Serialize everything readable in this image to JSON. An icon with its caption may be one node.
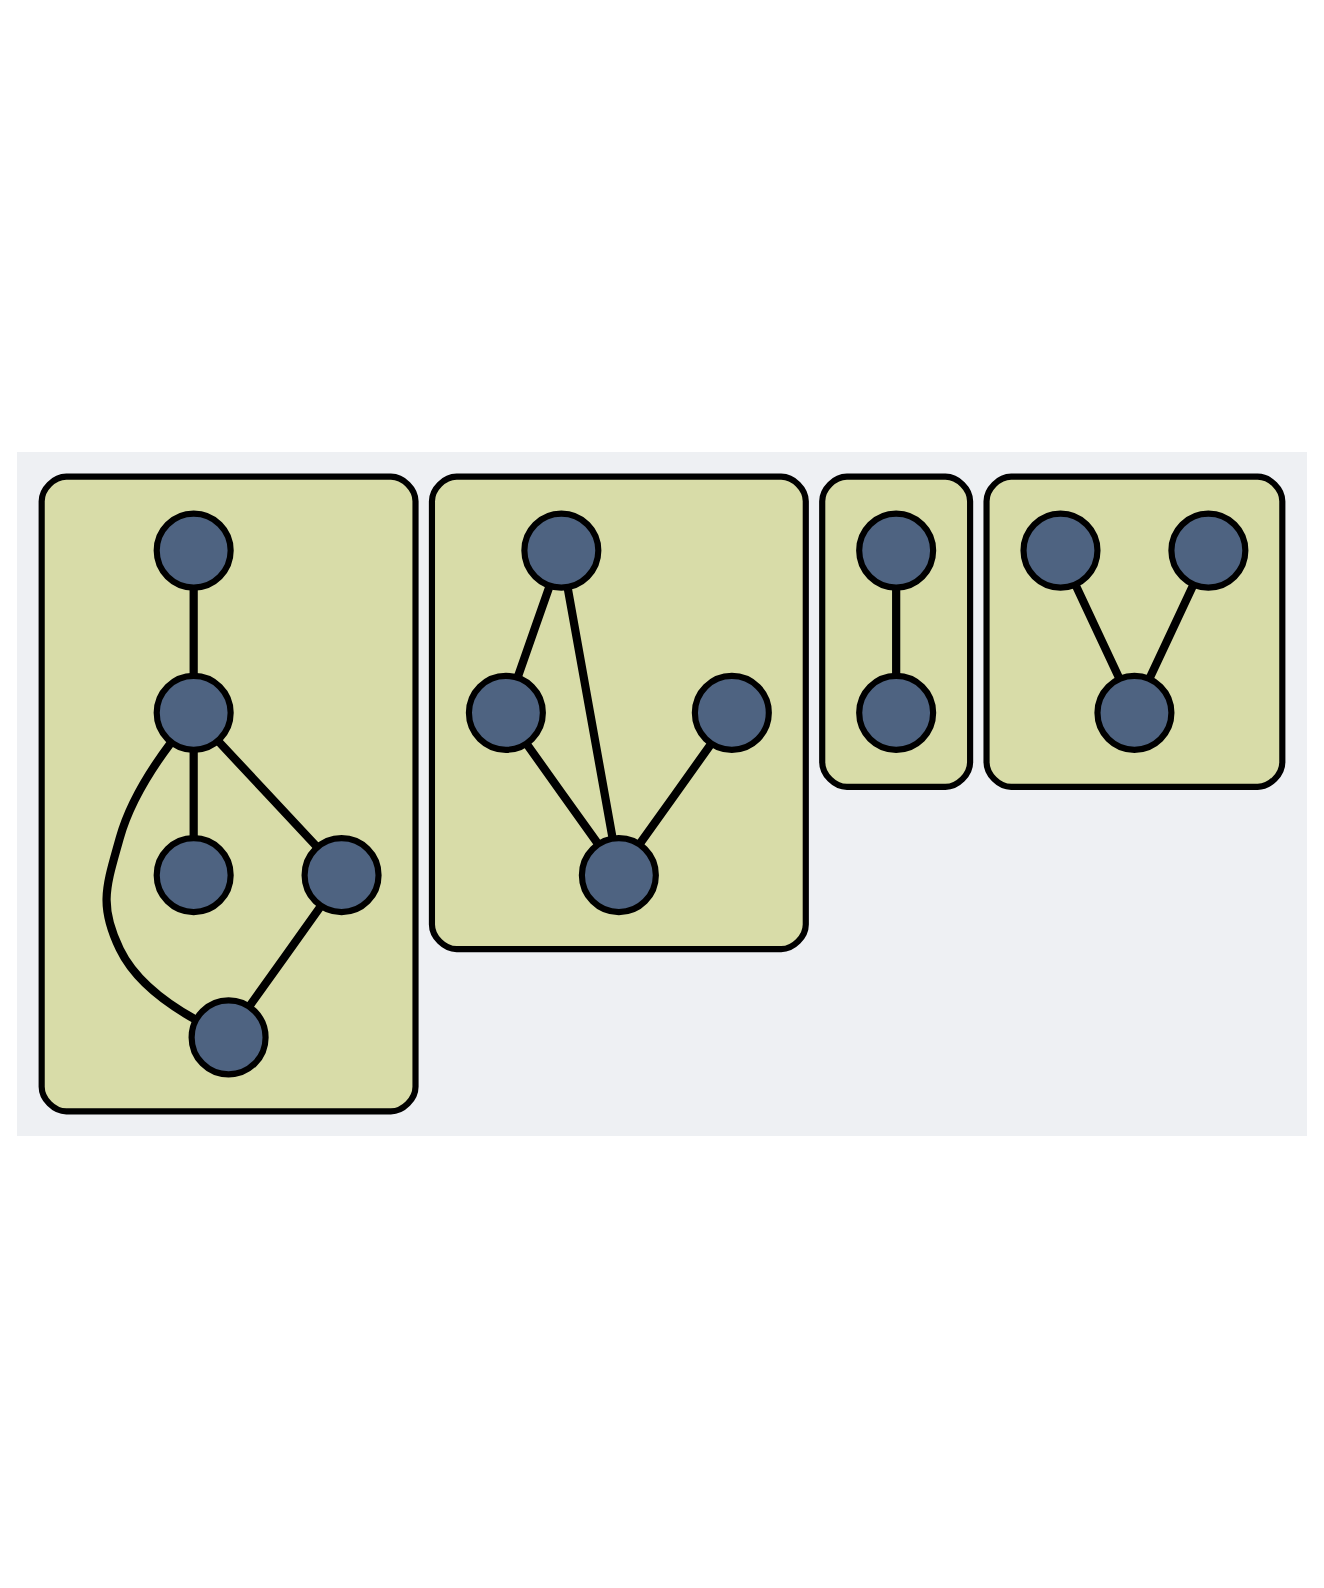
{
  "diagram": {
    "nodes": [
      {
        "text": [],
        "shape": "ellipse"
      },
      {
        "text": [],
        "shape": "circle",
        "in": 0
      },
      {
        "text": [],
        "shape": "circle",
        "in": 0
      },
      {
        "text": [],
        "shape": "circle",
        "in": 0
      },
      {
        "text": [],
        "shape": "circle",
        "in": 0
      },
      {
        "text": [],
        "shape": "circle",
        "in": 0
      },
      {
        "text": [],
        "shape": "ellipse"
      },
      {
        "text": [],
        "shape": "circle",
        "in": 6
      },
      {
        "text": [],
        "shape": "circle",
        "in": 6
      },
      {
        "text": [],
        "shape": "circle",
        "in": 6
      },
      {
        "text": [],
        "shape": "circle",
        "in": 6
      },
      {
        "text": [],
        "shape": "ellipse"
      },
      {
        "text": [],
        "shape": "circle",
        "in": 11
      },
      {
        "text": [],
        "shape": "circle",
        "in": 11
      },
      {
        "text": [],
        "shape": "ellipse"
      },
      {
        "text": [],
        "shape": "circle",
        "in": 14
      },
      {
        "text": [],
        "shape": "circle",
        "in": 14
      },
      {
        "text": [],
        "shape": "circle",
        "in": 14
      }
    ],
    "edges": [
      {
        "from": 1,
        "to": 2,
        "arrow": "none"
      },
      {
        "from": 2,
        "to": 3,
        "arrow": "none"
      },
      {
        "from": 2,
        "to": 4,
        "arrow": "none"
      },
      {
        "from": 2,
        "to": 5,
        "arrow": "none"
      },
      {
        "from": 5,
        "to": 3,
        "arrow": "none"
      },
      {
        "from": 8,
        "to": 9,
        "arrow": "none"
      },
      {
        "from": 8,
        "to": 10,
        "arrow": "none"
      },
      {
        "from": 9,
        "to": 10,
        "arrow": "none"
      },
      {
        "from": 7,
        "to": 10,
        "arrow": "none"
      },
      {
        "from": 12,
        "to": 13,
        "arrow": "none"
      },
      {
        "from": 16,
        "to": 17,
        "arrow": "none"
      },
      {
        "from": 15,
        "to": 17,
        "arrow": "none"
      }
    ]
  }
}
